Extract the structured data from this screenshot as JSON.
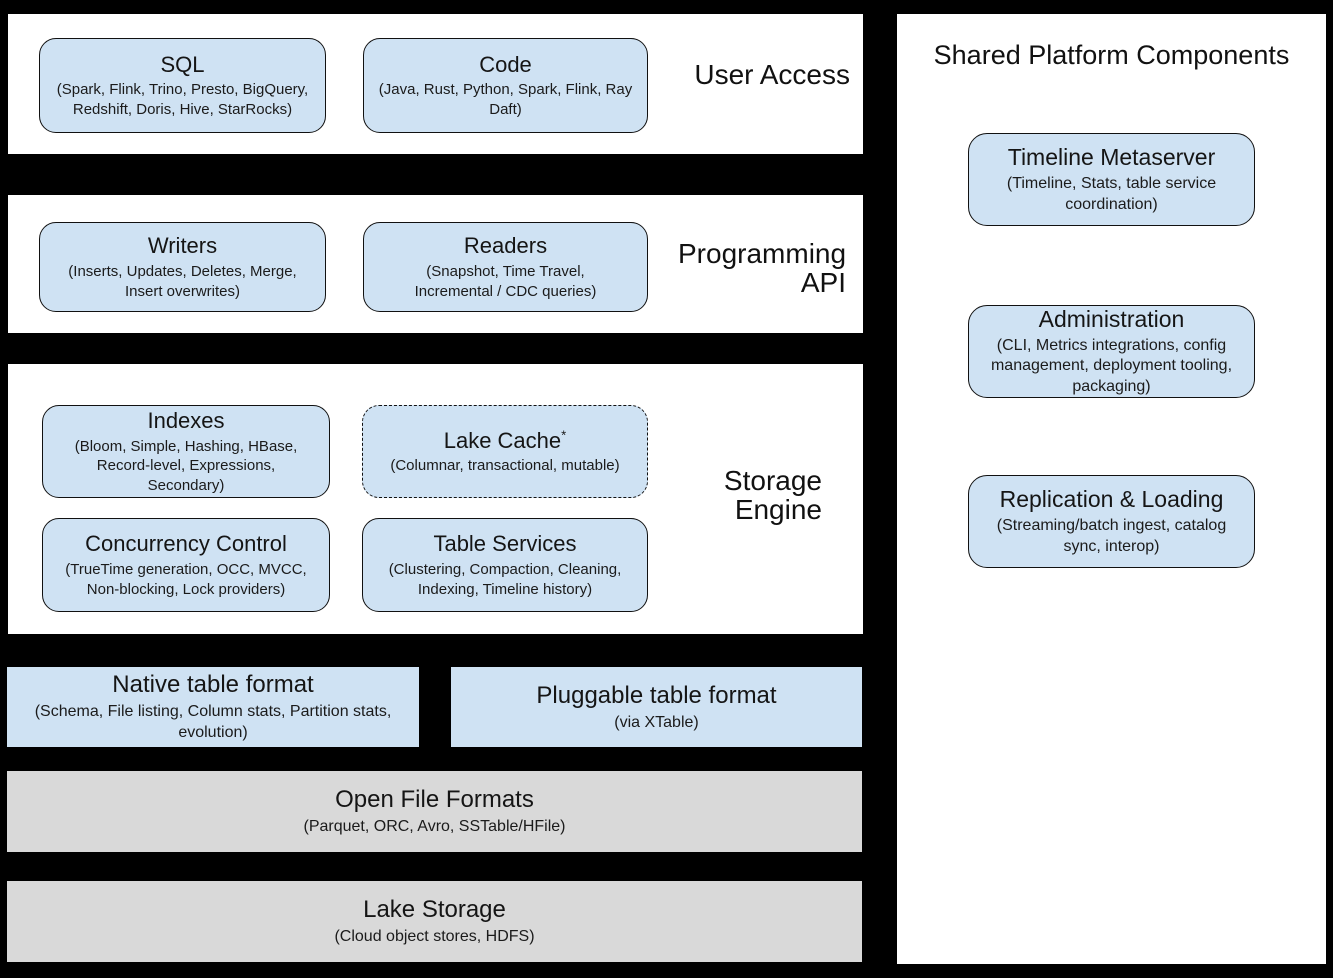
{
  "colors": {
    "background": "#000000",
    "panel": "#ffffff",
    "component_fill": "#cfe2f3",
    "infra_fill": "#d9d9d9",
    "border": "#111111"
  },
  "sections": {
    "user_access": {
      "label": "User Access",
      "sql": {
        "title": "SQL",
        "subtitle": "(Spark, Flink, Trino, Presto, BigQuery, Redshift, Doris, Hive, StarRocks)"
      },
      "code": {
        "title": "Code",
        "subtitle": "(Java, Rust, Python, Spark, Flink, Ray Daft)"
      }
    },
    "programming_api": {
      "label": "Programming API",
      "writers": {
        "title": "Writers",
        "subtitle": "(Inserts, Updates, Deletes, Merge, Insert overwrites)"
      },
      "readers": {
        "title": "Readers",
        "subtitle": "(Snapshot, Time Travel, Incremental / CDC queries)"
      }
    },
    "storage_engine": {
      "label": "Storage Engine",
      "indexes": {
        "title": "Indexes",
        "subtitle": "(Bloom, Simple, Hashing, HBase, Record-level, Expressions, Secondary)"
      },
      "lake_cache": {
        "title": "Lake Cache",
        "superscript": "*",
        "subtitle": "(Columnar, transactional, mutable)"
      },
      "concurrency_control": {
        "title": "Concurrency Control",
        "subtitle": "(TrueTime generation, OCC, MVCC, Non-blocking, Lock providers)"
      },
      "table_services": {
        "title": "Table Services",
        "subtitle": "(Clustering, Compaction, Cleaning, Indexing, Timeline history)"
      }
    },
    "table_formats": {
      "native": {
        "title": "Native table format",
        "subtitle": "(Schema, File listing, Column stats, Partition stats, evolution)"
      },
      "pluggable": {
        "title": "Pluggable table format",
        "subtitle": "(via XTable)"
      }
    },
    "open_file_formats": {
      "title": "Open File Formats",
      "subtitle": "(Parquet, ORC, Avro, SSTable/HFile)"
    },
    "lake_storage": {
      "title": "Lake Storage",
      "subtitle": "(Cloud object stores, HDFS)"
    }
  },
  "shared_platform": {
    "title": "Shared Platform Components",
    "timeline_metaserver": {
      "title": "Timeline Metaserver",
      "subtitle": "(Timeline, Stats, table service coordination)"
    },
    "administration": {
      "title": "Administration",
      "subtitle": "(CLI, Metrics integrations, config management, deployment tooling, packaging)"
    },
    "replication_loading": {
      "title": "Replication & Loading",
      "subtitle": "(Streaming/batch ingest, catalog sync, interop)"
    }
  }
}
